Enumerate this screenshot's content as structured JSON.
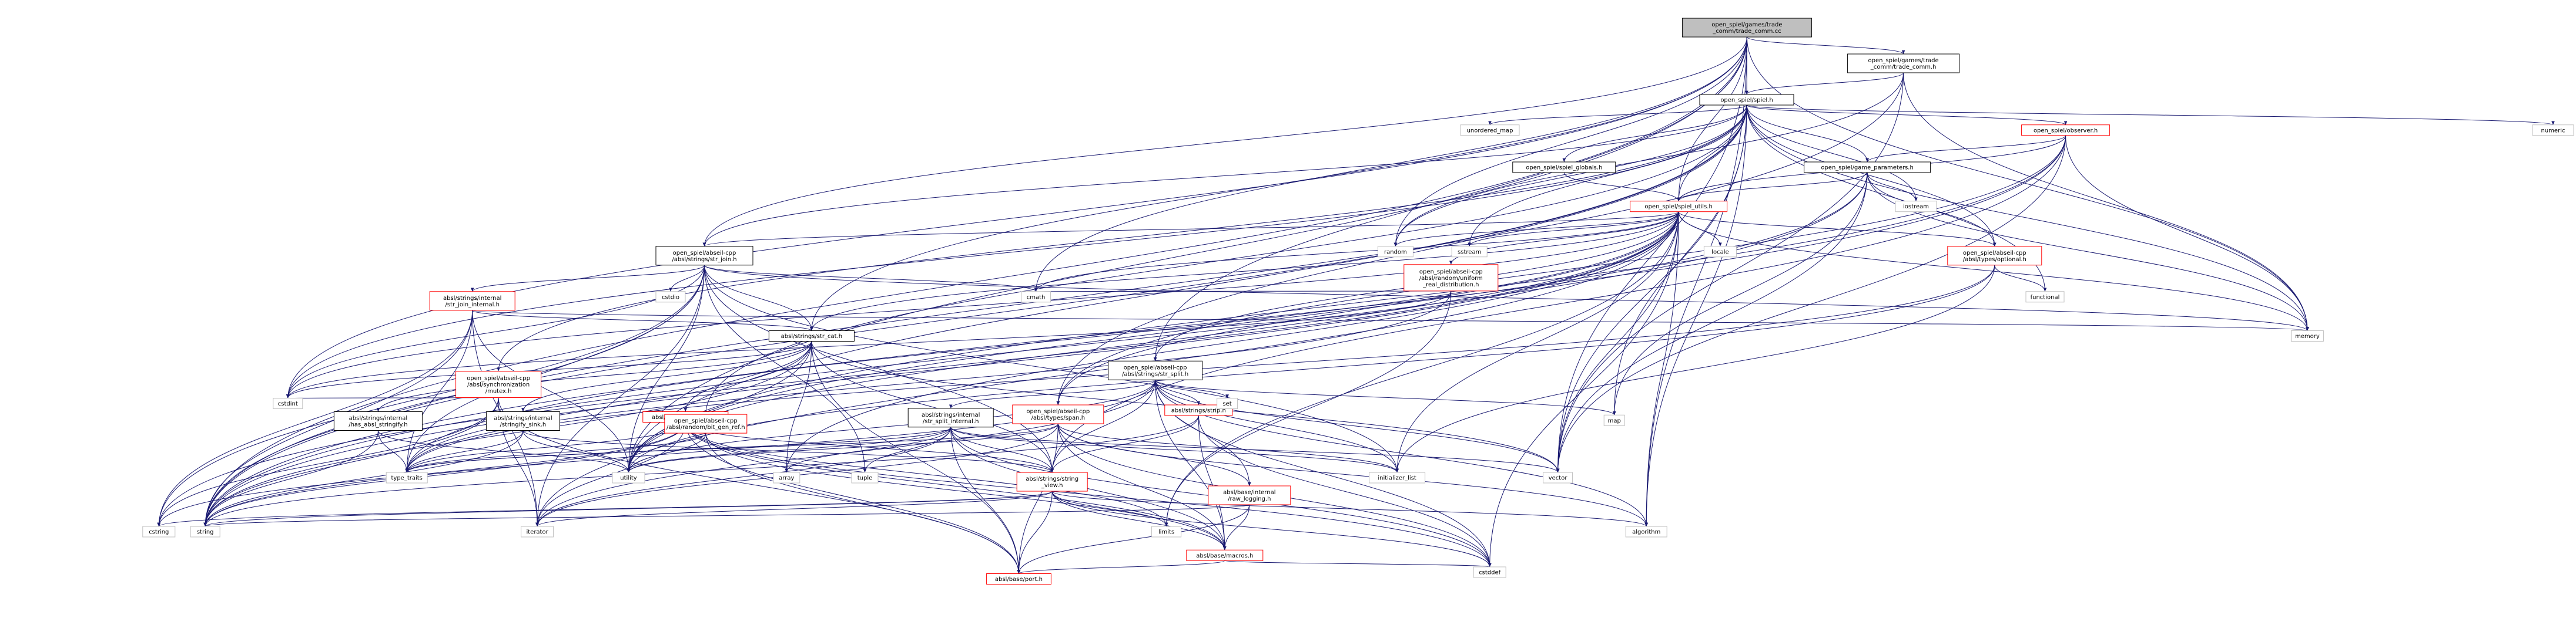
{
  "colors": {
    "edge": "#191970",
    "root_fill": "#bfbfbf",
    "root_stroke": "#000000",
    "doc_stroke": "#000000",
    "truncated_stroke": "#ff0000",
    "sys_stroke": "#bfbfbf",
    "text": "#000000"
  },
  "nodes": [
    {
      "id": "root",
      "label": [
        "open_spiel/games/trade",
        "_comm/trade_comm.cc"
      ],
      "kind": "root"
    },
    {
      "id": "tch",
      "label": [
        "open_spiel/games/trade",
        "_comm/trade_comm.h"
      ],
      "kind": "doc"
    },
    {
      "id": "spiel",
      "label": [
        "open_spiel/spiel.h"
      ],
      "kind": "doc"
    },
    {
      "id": "umap",
      "label": [
        "unordered_map"
      ],
      "kind": "sys"
    },
    {
      "id": "observer",
      "label": [
        "open_spiel/observer.h"
      ],
      "kind": "truncated"
    },
    {
      "id": "numeric",
      "label": [
        "numeric"
      ],
      "kind": "sys"
    },
    {
      "id": "globals",
      "label": [
        "open_spiel/spiel_globals.h"
      ],
      "kind": "doc"
    },
    {
      "id": "gparams",
      "label": [
        "open_spiel/game_parameters.h"
      ],
      "kind": "doc"
    },
    {
      "id": "sutils",
      "label": [
        "open_spiel/spiel_utils.h"
      ],
      "kind": "truncated"
    },
    {
      "id": "iostream",
      "label": [
        "iostream"
      ],
      "kind": "sys"
    },
    {
      "id": "random",
      "label": [
        "random"
      ],
      "kind": "sys"
    },
    {
      "id": "sstream",
      "label": [
        "sstream"
      ],
      "kind": "sys"
    },
    {
      "id": "unif",
      "label": [
        "open_spiel/abseil-cpp",
        "/absl/random/uniform",
        "_real_distribution.h"
      ],
      "kind": "truncated"
    },
    {
      "id": "locale",
      "label": [
        "locale"
      ],
      "kind": "sys"
    },
    {
      "id": "optional",
      "label": [
        "open_spiel/abseil-cpp",
        "/absl/types/optional.h"
      ],
      "kind": "truncated"
    },
    {
      "id": "functional",
      "label": [
        "functional"
      ],
      "kind": "sys"
    },
    {
      "id": "memory",
      "label": [
        "memory"
      ],
      "kind": "sys"
    },
    {
      "id": "strjoin",
      "label": [
        "open_spiel/abseil-cpp",
        "/absl/strings/str_join.h"
      ],
      "kind": "doc"
    },
    {
      "id": "cstdio",
      "label": [
        "cstdio"
      ],
      "kind": "sys"
    },
    {
      "id": "cmath",
      "label": [
        "cmath"
      ],
      "kind": "sys"
    },
    {
      "id": "sjinternal",
      "label": [
        "absl/strings/internal",
        "/str_join_internal.h"
      ],
      "kind": "truncated"
    },
    {
      "id": "mutex",
      "label": [
        "open_spiel/abseil-cpp",
        "/absl/synchronization",
        "/mutex.h"
      ],
      "kind": "truncated"
    },
    {
      "id": "strcat",
      "label": [
        "absl/strings/str_cat.h"
      ],
      "kind": "doc"
    },
    {
      "id": "strsplit",
      "label": [
        "open_spiel/abseil-cpp",
        "/absl/strings/str_split.h"
      ],
      "kind": "doc"
    },
    {
      "id": "cstdint",
      "label": [
        "cstdint"
      ],
      "kind": "sys"
    },
    {
      "id": "hasstr",
      "label": [
        "absl/strings/internal",
        "/has_absl_stringify.h"
      ],
      "kind": "doc"
    },
    {
      "id": "stringify",
      "label": [
        "absl/strings/internal",
        "/stringify_sink.h"
      ],
      "kind": "doc"
    },
    {
      "id": "numbers",
      "label": [
        "absl/strings/numbers.h"
      ],
      "kind": "truncated"
    },
    {
      "id": "bitgen",
      "label": [
        "open_spiel/abseil-cpp",
        "/absl/random/bit_gen_ref.h"
      ],
      "kind": "truncated"
    },
    {
      "id": "ssinternal",
      "label": [
        "absl/strings/internal",
        "/str_split_internal.h"
      ],
      "kind": "doc"
    },
    {
      "id": "span",
      "label": [
        "open_spiel/abseil-cpp",
        "/absl/types/span.h"
      ],
      "kind": "truncated"
    },
    {
      "id": "strip",
      "label": [
        "absl/strings/strip.h"
      ],
      "kind": "truncated"
    },
    {
      "id": "set",
      "label": [
        "set"
      ],
      "kind": "sys"
    },
    {
      "id": "map",
      "label": [
        "map"
      ],
      "kind": "sys"
    },
    {
      "id": "typetraits",
      "label": [
        "type_traits"
      ],
      "kind": "sys"
    },
    {
      "id": "utility",
      "label": [
        "utility"
      ],
      "kind": "sys"
    },
    {
      "id": "array",
      "label": [
        "array"
      ],
      "kind": "sys"
    },
    {
      "id": "tuple",
      "label": [
        "tuple"
      ],
      "kind": "sys"
    },
    {
      "id": "stringview",
      "label": [
        "absl/strings/string",
        "_view.h"
      ],
      "kind": "truncated"
    },
    {
      "id": "rawlog",
      "label": [
        "absl/base/internal",
        "/raw_logging.h"
      ],
      "kind": "truncated"
    },
    {
      "id": "initlist",
      "label": [
        "initializer_list"
      ],
      "kind": "sys"
    },
    {
      "id": "vector",
      "label": [
        "vector"
      ],
      "kind": "sys"
    },
    {
      "id": "cstring",
      "label": [
        "cstring"
      ],
      "kind": "sys"
    },
    {
      "id": "string",
      "label": [
        "string"
      ],
      "kind": "sys"
    },
    {
      "id": "iterator",
      "label": [
        "iterator"
      ],
      "kind": "sys"
    },
    {
      "id": "limits",
      "label": [
        "limits"
      ],
      "kind": "sys"
    },
    {
      "id": "macros",
      "label": [
        "absl/base/macros.h"
      ],
      "kind": "truncated"
    },
    {
      "id": "algorithm",
      "label": [
        "algorithm"
      ],
      "kind": "sys"
    },
    {
      "id": "cstddef",
      "label": [
        "cstddef"
      ],
      "kind": "sys"
    },
    {
      "id": "port",
      "label": [
        "absl/base/port.h"
      ],
      "kind": "truncated"
    }
  ],
  "edges": [
    [
      "root",
      "tch"
    ],
    [
      "root",
      "spiel"
    ],
    [
      "root",
      "sutils"
    ],
    [
      "root",
      "strjoin"
    ],
    [
      "root",
      "strcat"
    ],
    [
      "root",
      "strsplit"
    ],
    [
      "root",
      "random"
    ],
    [
      "root",
      "cmath"
    ],
    [
      "root",
      "utility"
    ],
    [
      "root",
      "cstdint"
    ],
    [
      "root",
      "memory"
    ],
    [
      "root",
      "vector"
    ],
    [
      "root",
      "algorithm"
    ],
    [
      "root",
      "string"
    ],
    [
      "root",
      "type_traits_dummy"
    ],
    [
      "tch",
      "spiel"
    ],
    [
      "tch",
      "random"
    ],
    [
      "tch",
      "memory"
    ],
    [
      "tch",
      "vector"
    ],
    [
      "tch",
      "string"
    ],
    [
      "spiel",
      "umap"
    ],
    [
      "spiel",
      "observer"
    ],
    [
      "spiel",
      "numeric"
    ],
    [
      "spiel",
      "globals"
    ],
    [
      "spiel",
      "gparams"
    ],
    [
      "spiel",
      "sutils"
    ],
    [
      "spiel",
      "iostream"
    ],
    [
      "spiel",
      "random"
    ],
    [
      "spiel",
      "sstream"
    ],
    [
      "spiel",
      "optional"
    ],
    [
      "spiel",
      "functional"
    ],
    [
      "spiel",
      "memory"
    ],
    [
      "spiel",
      "strjoin"
    ],
    [
      "spiel",
      "mutex"
    ],
    [
      "spiel",
      "bitgen"
    ],
    [
      "spiel",
      "span"
    ],
    [
      "spiel",
      "map"
    ],
    [
      "spiel",
      "string"
    ],
    [
      "spiel",
      "utility"
    ],
    [
      "spiel",
      "vector"
    ],
    [
      "spiel",
      "cstdint"
    ],
    [
      "spiel",
      "algorithm"
    ],
    [
      "observer",
      "gparams"
    ],
    [
      "observer",
      "sutils"
    ],
    [
      "observer",
      "span"
    ],
    [
      "observer",
      "memory"
    ],
    [
      "observer",
      "string"
    ],
    [
      "observer",
      "vector"
    ],
    [
      "observer",
      "stringview"
    ],
    [
      "observer",
      "utility"
    ],
    [
      "globals",
      "sutils"
    ],
    [
      "gparams",
      "sutils"
    ],
    [
      "gparams",
      "optional"
    ],
    [
      "gparams",
      "iostream"
    ],
    [
      "gparams",
      "map"
    ],
    [
      "gparams",
      "memory"
    ],
    [
      "gparams",
      "string"
    ],
    [
      "gparams",
      "utility"
    ],
    [
      "gparams",
      "vector"
    ],
    [
      "sutils",
      "random"
    ],
    [
      "sutils",
      "sstream"
    ],
    [
      "sutils",
      "unif"
    ],
    [
      "sutils",
      "locale"
    ],
    [
      "sutils",
      "optional"
    ],
    [
      "sutils",
      "strjoin"
    ],
    [
      "sutils",
      "cmath"
    ],
    [
      "sutils",
      "strcat"
    ],
    [
      "sutils",
      "strsplit"
    ],
    [
      "sutils",
      "span"
    ],
    [
      "sutils",
      "cstdint"
    ],
    [
      "sutils",
      "string"
    ],
    [
      "sutils",
      "utility"
    ],
    [
      "sutils",
      "vector"
    ],
    [
      "sutils",
      "memory"
    ],
    [
      "sutils",
      "limits"
    ],
    [
      "sutils",
      "cstddef"
    ],
    [
      "sutils",
      "array"
    ],
    [
      "sutils",
      "type_traits"
    ],
    [
      "sutils",
      "initlist"
    ],
    [
      "sutils",
      "algorithm"
    ],
    [
      "sutils",
      "iterator"
    ],
    [
      "sutils",
      "cstring"
    ],
    [
      "unif",
      "cmath"
    ],
    [
      "unif",
      "limits"
    ],
    [
      "unif",
      "type_traits"
    ],
    [
      "unif",
      "cstdint"
    ],
    [
      "optional",
      "functional"
    ],
    [
      "optional",
      "initlist"
    ],
    [
      "optional",
      "type_traits"
    ],
    [
      "optional",
      "utility"
    ],
    [
      "strjoin",
      "cstdio"
    ],
    [
      "strjoin",
      "cmath"
    ],
    [
      "strjoin",
      "sjinternal"
    ],
    [
      "strjoin",
      "strcat"
    ],
    [
      "strjoin",
      "stringview"
    ],
    [
      "strjoin",
      "cstdint"
    ],
    [
      "strjoin",
      "cstring"
    ],
    [
      "strjoin",
      "initlist"
    ],
    [
      "strjoin",
      "iterator"
    ],
    [
      "strjoin",
      "memory"
    ],
    [
      "strjoin",
      "string"
    ],
    [
      "strjoin",
      "tuple"
    ],
    [
      "strjoin",
      "type_traits"
    ],
    [
      "strjoin",
      "utility"
    ],
    [
      "sjinternal",
      "strcat"
    ],
    [
      "sjinternal",
      "cstring"
    ],
    [
      "sjinternal",
      "iterator"
    ],
    [
      "sjinternal",
      "memory"
    ],
    [
      "sjinternal",
      "string"
    ],
    [
      "sjinternal",
      "type_traits"
    ],
    [
      "sjinternal",
      "utility"
    ],
    [
      "mutex",
      "cstdint"
    ],
    [
      "mutex",
      "cstring"
    ],
    [
      "mutex",
      "iterator"
    ],
    [
      "mutex",
      "string"
    ],
    [
      "mutex",
      "port"
    ],
    [
      "strcat",
      "hasstr"
    ],
    [
      "strcat",
      "stringify"
    ],
    [
      "strcat",
      "numbers"
    ],
    [
      "strcat",
      "stringview"
    ],
    [
      "strcat",
      "array"
    ],
    [
      "strcat",
      "cstdint"
    ],
    [
      "strcat",
      "string"
    ],
    [
      "strcat",
      "type_traits"
    ],
    [
      "strcat",
      "utility"
    ],
    [
      "strcat",
      "vector"
    ],
    [
      "strcat",
      "port"
    ],
    [
      "hasstr",
      "string"
    ],
    [
      "hasstr",
      "type_traits"
    ],
    [
      "hasstr",
      "utility"
    ],
    [
      "stringify",
      "string"
    ],
    [
      "stringify",
      "type_traits"
    ],
    [
      "stringify",
      "utility"
    ],
    [
      "stringify",
      "stringview"
    ],
    [
      "numbers",
      "cstddef"
    ],
    [
      "numbers",
      "cstdlib_dummy"
    ],
    [
      "numbers",
      "cstring"
    ],
    [
      "numbers",
      "limits"
    ],
    [
      "numbers",
      "string"
    ],
    [
      "numbers",
      "type_traits"
    ],
    [
      "numbers",
      "macros"
    ],
    [
      "numbers",
      "port"
    ],
    [
      "numbers",
      "stringview"
    ],
    [
      "numbers",
      "iterator"
    ],
    [
      "bitgen",
      "type_traits"
    ],
    [
      "bitgen",
      "utility"
    ],
    [
      "bitgen",
      "macros"
    ],
    [
      "bitgen",
      "port"
    ],
    [
      "strsplit",
      "ssinternal"
    ],
    [
      "strsplit",
      "strip"
    ],
    [
      "strsplit",
      "set"
    ],
    [
      "strsplit",
      "map"
    ],
    [
      "strsplit",
      "algorithm"
    ],
    [
      "strsplit",
      "cstddef"
    ],
    [
      "strsplit",
      "initlist"
    ],
    [
      "strsplit",
      "iterator"
    ],
    [
      "strsplit",
      "string"
    ],
    [
      "strsplit",
      "utility"
    ],
    [
      "strsplit",
      "vector"
    ],
    [
      "strsplit",
      "macros"
    ],
    [
      "strsplit",
      "rawlog"
    ],
    [
      "strsplit",
      "stringview"
    ],
    [
      "ssinternal",
      "array"
    ],
    [
      "ssinternal",
      "cstddef"
    ],
    [
      "ssinternal",
      "initlist"
    ],
    [
      "ssinternal",
      "iterator"
    ],
    [
      "ssinternal",
      "tuple"
    ],
    [
      "ssinternal",
      "type_traits"
    ],
    [
      "ssinternal",
      "utility"
    ],
    [
      "ssinternal",
      "vector"
    ],
    [
      "ssinternal",
      "macros"
    ],
    [
      "ssinternal",
      "port"
    ],
    [
      "ssinternal",
      "stringview"
    ],
    [
      "span",
      "algorithm"
    ],
    [
      "span",
      "cstddef"
    ],
    [
      "span",
      "initlist"
    ],
    [
      "span",
      "iterator"
    ],
    [
      "span",
      "type_traits"
    ],
    [
      "span",
      "utility"
    ],
    [
      "span",
      "rawlog"
    ],
    [
      "span",
      "macros"
    ],
    [
      "span",
      "port"
    ],
    [
      "strip",
      "cstddef"
    ],
    [
      "strip",
      "string"
    ],
    [
      "strip",
      "macros"
    ],
    [
      "strip",
      "stringview"
    ],
    [
      "stringview",
      "algorithm"
    ],
    [
      "stringview",
      "cstddef"
    ],
    [
      "stringview",
      "cstring"
    ],
    [
      "stringview",
      "iterator"
    ],
    [
      "stringview",
      "limits"
    ],
    [
      "stringview",
      "string"
    ],
    [
      "stringview",
      "macros"
    ],
    [
      "stringview",
      "port"
    ],
    [
      "rawlog",
      "string"
    ],
    [
      "rawlog",
      "macros"
    ],
    [
      "rawlog",
      "port"
    ],
    [
      "macros",
      "cstddef"
    ],
    [
      "macros",
      "port"
    ]
  ]
}
